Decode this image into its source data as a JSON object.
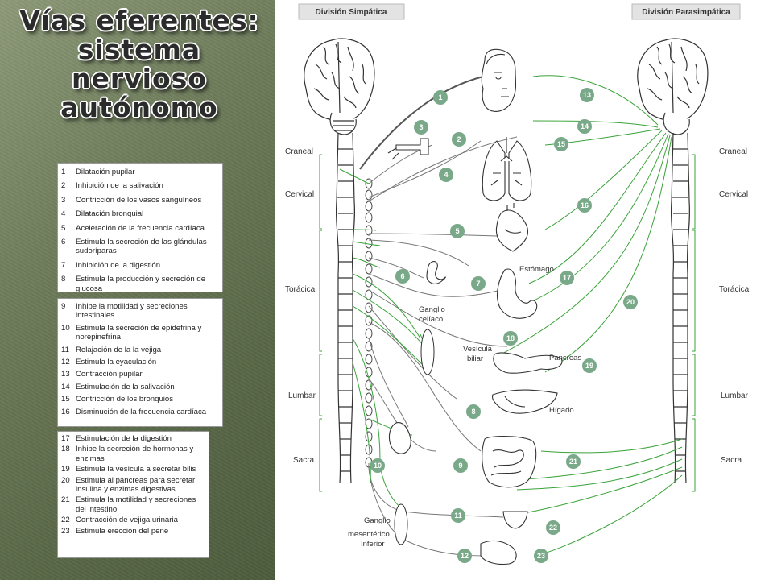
{
  "title_lines": [
    "Vías eferentes:",
    "sistema",
    "nervioso",
    "autónomo"
  ],
  "legend1": [
    {
      "n": "1",
      "t": "Dilatación pupilar"
    },
    {
      "n": "2",
      "t": "Inhibición de la salivación"
    },
    {
      "n": "3",
      "t": "Contricción de los vasos sanguíneos"
    },
    {
      "n": "4",
      "t": "Dilatación bronquial"
    },
    {
      "n": "5",
      "t": "Aceleración de la frecuencia cardíaca"
    },
    {
      "n": "6",
      "t": "Estimula la secreción de las glándulas sudoríparas"
    },
    {
      "n": "7",
      "t": "Inhibición de la digestión"
    },
    {
      "n": "8",
      "t": "Estimula la producción y secreción  de glucosa"
    }
  ],
  "legend2": [
    {
      "n": "9",
      "t": "Inhibe la motilidad y secreciones intestinales"
    },
    {
      "n": "10",
      "t": "Estimula la secreción de epidefrina y norepinefrina"
    },
    {
      "n": "11",
      "t": "Relajación de la la vejiga"
    },
    {
      "n": "12",
      "t": "Estimula la eyaculación"
    },
    {
      "n": "13",
      "t": "Contracción pupilar"
    },
    {
      "n": "14",
      "t": "Estimulación de la salivación"
    },
    {
      "n": "15",
      "t": "Contricción de los bronquios"
    },
    {
      "n": "16",
      "t": "Disminución de la frecuencia cardíaca"
    }
  ],
  "legend3": [
    {
      "n": "17",
      "t": "Estimulación de la digestión"
    },
    {
      "n": "18",
      "t": "Inhibe la secreción de hormonas y enzimas"
    },
    {
      "n": "19",
      "t": "Estimula la vesícula a secretar bilis"
    },
    {
      "n": "20",
      "t": "Estimula al pancreas para secretar insulina y enzimas digestivas"
    },
    {
      "n": "21",
      "t": "Estimula la motilidad y secreciones del intestino"
    },
    {
      "n": "22",
      "t": "Contracción de vejiga urinaria"
    },
    {
      "n": "23",
      "t": "Estimula erección del pene"
    }
  ],
  "headers": {
    "sympathetic": "División Simpática",
    "parasympathetic": "División Parasimpática"
  },
  "regions": [
    "Craneal",
    "Cervical",
    "Torácica",
    "Lumbar",
    "Sacra"
  ],
  "organ_labels": {
    "stomach": "Estómago",
    "ganglion_celiac_1": "Ganglio",
    "ganglion_celiac_2": "celíaco",
    "gallbladder_1": "Vesícula",
    "gallbladder_2": "biliar",
    "pancreas": "Pancreas",
    "liver": "Hígado",
    "ganglion_mes_1": "Ganglio",
    "ganglion_mes_2": "mesentérico",
    "ganglion_mes_3": "Inferior"
  },
  "badges": [
    "1",
    "2",
    "3",
    "4",
    "5",
    "6",
    "7",
    "8",
    "9",
    "10",
    "11",
    "12",
    "13",
    "14",
    "15",
    "16",
    "17",
    "18",
    "19",
    "20",
    "21",
    "22",
    "23"
  ],
  "colors": {
    "nerve": "#3aa33a",
    "badge": "#7aa98a",
    "header_bg": "#e3e3e3"
  }
}
